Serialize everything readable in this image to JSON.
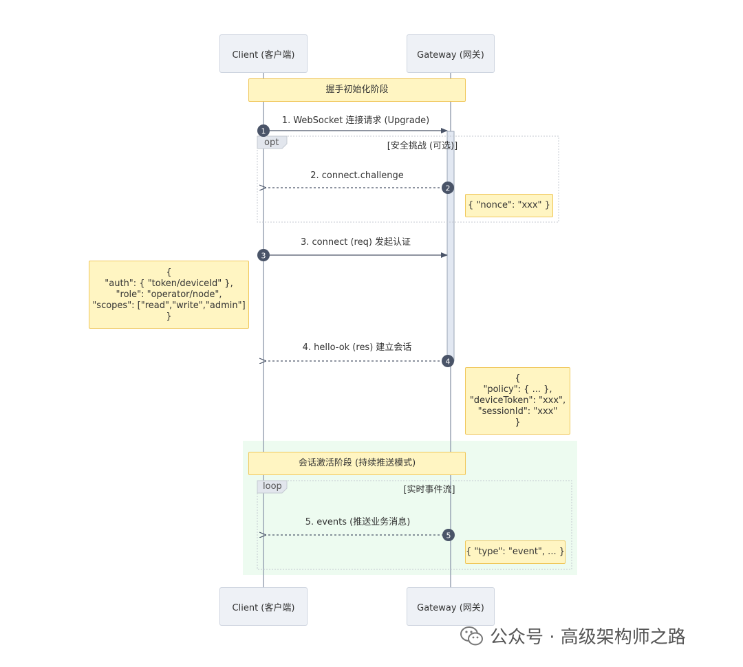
{
  "participants": {
    "client": "Client (客户端)",
    "gateway": "Gateway (网关)"
  },
  "phases": {
    "handshake": "握手初始化阶段",
    "active": "会话激活阶段 (持续推送模式)"
  },
  "fragments": {
    "opt": {
      "tag": "opt",
      "condition": "[安全挑战 (可选)]"
    },
    "loop": {
      "tag": "loop",
      "condition": "[实时事件流]"
    }
  },
  "messages": [
    {
      "number": "1",
      "label": "1. WebSocket 连接请求 (Upgrade)"
    },
    {
      "number": "2",
      "label": "2. connect.challenge"
    },
    {
      "number": "3",
      "label": "3. connect (req) 发起认证"
    },
    {
      "number": "4",
      "label": "4. hello-ok (res) 建立会话"
    },
    {
      "number": "5",
      "label": "5. events (推送业务消息)"
    }
  ],
  "notes": {
    "nonce": [
      "{ \"nonce\": \"xxx\" }"
    ],
    "auth": [
      "{",
      "\"auth\": { \"token/deviceId\" },",
      "\"role\": \"operator/node\",",
      "\"scopes\": [\"read\",\"write\",\"admin\"]",
      "}"
    ],
    "hello": [
      "{",
      "\"policy\": { ... },",
      "\"deviceToken\": \"xxx\",",
      "\"sessionId\": \"xxx\"",
      "}"
    ],
    "event": [
      "{ \"type\": \"event\", ... }"
    ]
  },
  "watermark": {
    "text": "公众号 · 高级架构师之路",
    "icon": "wechat-icon"
  },
  "colors": {
    "note_fill": "#fff5c2",
    "note_border": "#f0c75a",
    "actor_fill": "#eef1f6",
    "loop_region": "#edfbf0",
    "marker": "#4a5468"
  }
}
